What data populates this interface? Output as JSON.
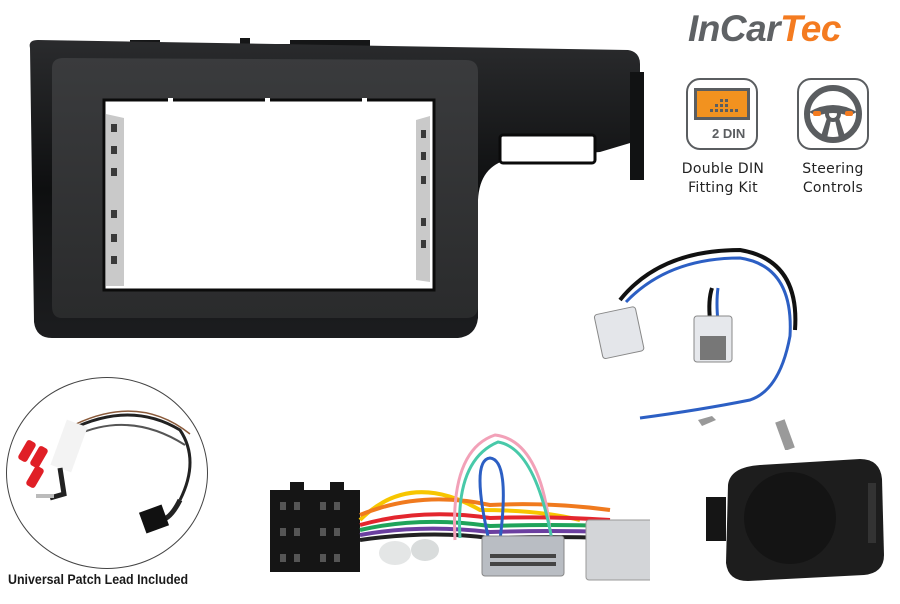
{
  "brand": {
    "name_part1": "InCar",
    "name_part2": "Tec",
    "colors": {
      "gray": "#5f6265",
      "orange": "#f47b20"
    }
  },
  "features": [
    {
      "icon": "double-din-icon",
      "badge": "2 DIN",
      "label_line1": "Double DIN",
      "label_line2": "Fitting Kit"
    },
    {
      "icon": "steering-wheel-icon",
      "label_line1": "Steering",
      "label_line2": "Controls"
    }
  ],
  "products": {
    "fascia": {
      "name": "double-din-fascia-panel",
      "color": "#151617"
    },
    "antenna_adapter": {
      "name": "antenna-adapter-lead"
    },
    "patch_lead": {
      "name": "universal-patch-lead",
      "caption": "Universal Patch Lead Included"
    },
    "iso_harness": {
      "name": "iso-wiring-harness"
    },
    "steering_interface": {
      "name": "steering-control-interface-box"
    }
  },
  "colors": {
    "accent": "#f47b20",
    "icon_stroke": "#5a5d60",
    "din_screen": "#f2921f"
  }
}
